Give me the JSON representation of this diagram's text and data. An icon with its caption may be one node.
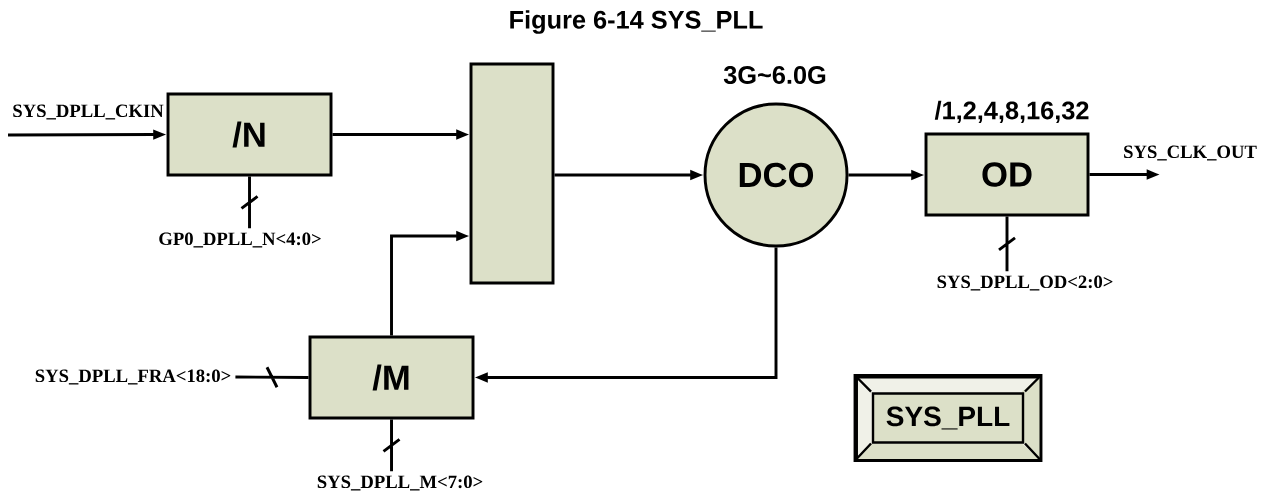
{
  "diagram": {
    "title": "Figure 6-14 SYS_PLL",
    "nodes": [
      {
        "text": [
          "/N"
        ]
      },
      {
        "text": [],
        "shape": "box"
      },
      {
        "text": [
          "DCO"
        ],
        "beside": [
          "3G~6.0G"
        ]
      },
      {
        "text": [
          "OD"
        ],
        "beside": [
          "/1,2,4,8,16,32"
        ]
      },
      {
        "text": [
          "/M"
        ]
      },
      {
        "text": [
          "SYS_PLL"
        ]
      },
      {
        "text": [
          "GP0_DPLL_N<4:0>"
        ]
      },
      {
        "text": [
          "SYS_DPLL_OD<2:0>"
        ]
      },
      {
        "text": [
          "SYS_DPLL_FRA<18:0>"
        ]
      },
      {
        "text": [
          "SYS_DPLL_M<7:0>"
        ]
      }
    ],
    "edges": [
      {
        "from": null,
        "to": 0,
        "arrow": "to",
        "label": "SYS_DPLL_CKIN"
      },
      {
        "from": 0,
        "to": 1,
        "arrow": "to"
      },
      {
        "from": 4,
        "to": 1,
        "arrow": "to"
      },
      {
        "from": 1,
        "to": 2,
        "arrow": "to"
      },
      {
        "from": 2,
        "to": 3,
        "arrow": "to"
      },
      {
        "from": 3,
        "to": null,
        "arrow": "to",
        "label": "SYS_CLK_OUT"
      },
      {
        "from": 2,
        "to": 4,
        "arrow": "to"
      },
      {
        "from": 6,
        "to": 0,
        "arrow": "none"
      },
      {
        "from": 7,
        "to": 3,
        "arrow": "none"
      },
      {
        "from": 8,
        "to": 4,
        "arrow": "none"
      },
      {
        "from": 9,
        "to": 4,
        "arrow": "none"
      }
    ]
  }
}
